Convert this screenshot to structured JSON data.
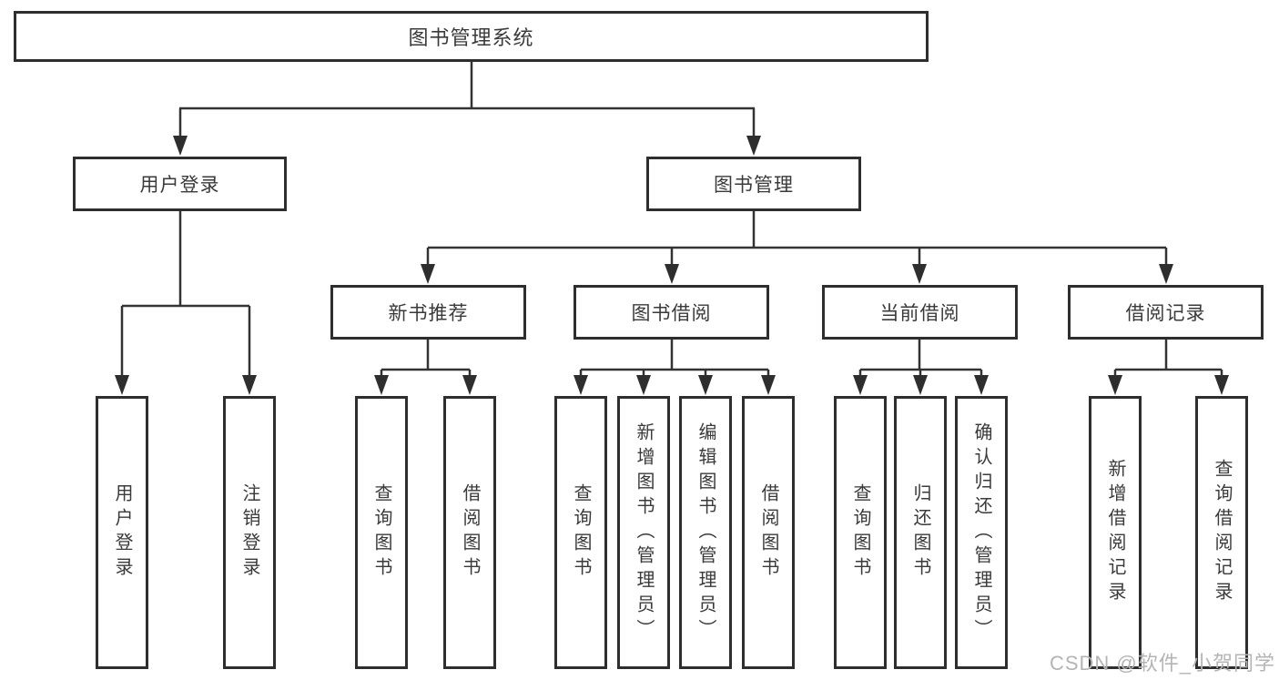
{
  "tree": {
    "label": "图书管理系统",
    "children": [
      {
        "label": "用户登录",
        "children": [
          {
            "label": "用户登录"
          },
          {
            "label": "注销登录"
          }
        ]
      },
      {
        "label": "图书管理",
        "children": [
          {
            "label": "新书推荐",
            "children": [
              {
                "label": "查询图书"
              },
              {
                "label": "借阅图书"
              }
            ]
          },
          {
            "label": "图书借阅",
            "children": [
              {
                "label": "查询图书"
              },
              {
                "label": "新增图书（管理员）"
              },
              {
                "label": "编辑图书（管理员）"
              },
              {
                "label": "借阅图书"
              }
            ]
          },
          {
            "label": "当前借阅",
            "children": [
              {
                "label": "查询图书"
              },
              {
                "label": "归还图书"
              },
              {
                "label": "确认归还（管理员）"
              }
            ]
          },
          {
            "label": "借阅记录",
            "children": [
              {
                "label": "新增借阅记录"
              },
              {
                "label": "查询借阅记录"
              }
            ]
          }
        ]
      }
    ]
  },
  "watermark": {
    "text": "CSDN @软件_小贺同学"
  },
  "colors": {
    "box_border": "#2e2e2e",
    "connector_line": "#333333",
    "arrow_fill": "#2e2e2e",
    "text": "#3a3a3a",
    "watermark_text": "#b4b4b4",
    "background": "#ffffff"
  }
}
